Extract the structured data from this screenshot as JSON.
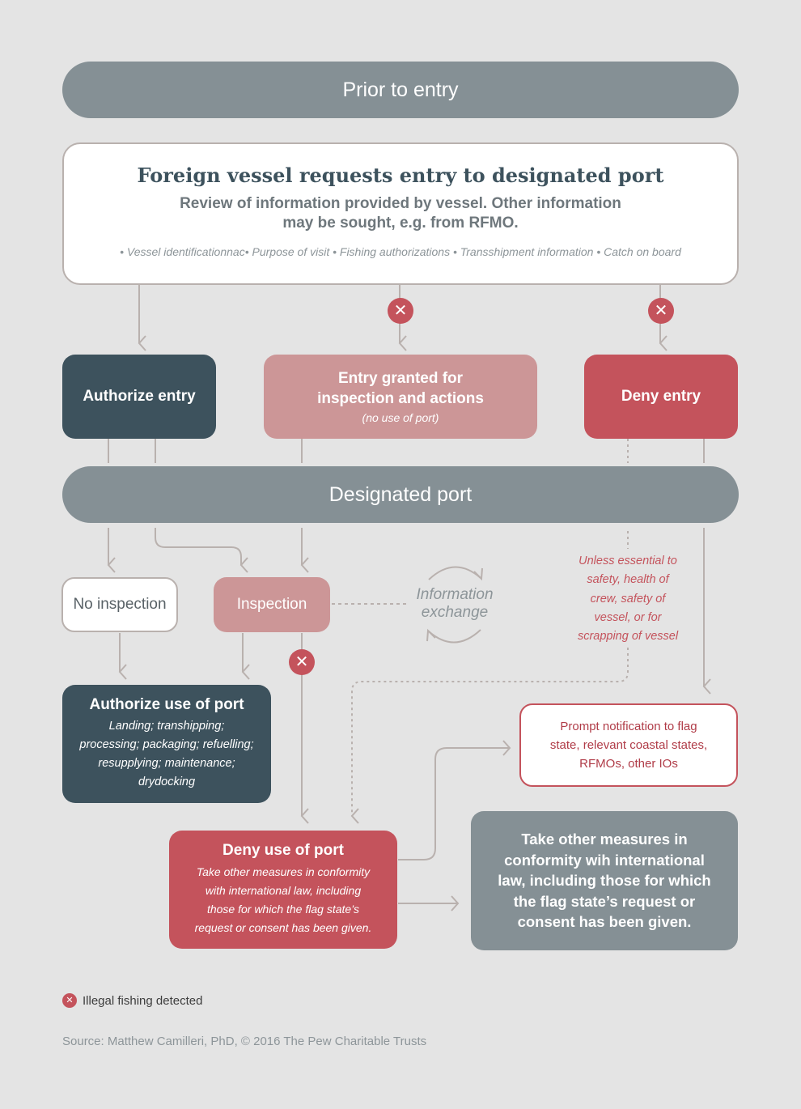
{
  "bands": {
    "prior": "Prior to entry",
    "designated": "Designated port"
  },
  "request": {
    "title": "Foreign vessel requests entry to designated port",
    "subtitle_line1": "Review of information provided by vessel. Other information",
    "subtitle_line2": "may be sought, e.g. from RFMO.",
    "items": "• Vessel identificationnac• Purpose of visit • Fishing authorizations • Transshipment information • Catch on board"
  },
  "entry_options": {
    "authorize": "Authorize entry",
    "granted_line1": "Entry granted for",
    "granted_line2": "inspection and actions",
    "granted_note": "(no use of port)",
    "deny": "Deny entry"
  },
  "port_options": {
    "no_inspection": "No inspection",
    "inspection": "Inspection",
    "info_line1": "Information",
    "info_line2": "exchange",
    "unless_lines": [
      "Unless essential to",
      "safety, health of",
      "crew, safety of",
      "vessel, or for",
      "scrapping of vessel"
    ]
  },
  "authorize_use": {
    "title": "Authorize use of port",
    "lines": [
      "Landing; transhipping;",
      "processing; packaging; refuelling;",
      "resupplying; maintenance;",
      "drydocking"
    ]
  },
  "notification": {
    "lines": [
      "Prompt notification to flag",
      "state, relevant coastal states,",
      "RFMOs, other IOs"
    ]
  },
  "deny_use": {
    "title": "Deny use of port",
    "lines": [
      "Take other measures in conformity",
      "with international law, including",
      "those for which the flag state’s",
      "request or consent has been given."
    ]
  },
  "other_measures": {
    "lines": [
      "Take other measures in",
      "conformity wih international",
      "law, including those for which",
      "the flag state’s request or",
      "consent has been given."
    ]
  },
  "legend": {
    "mark": "✕",
    "label": "Illegal fishing detected"
  },
  "source": "Source: Matthew Camilleri, PhD, © 2016 The Pew Charitable Trusts",
  "colors": {
    "dark": "#3d525d",
    "pink": "#cc9697",
    "red": "#c4535c",
    "grey": "#859095",
    "connector": "#b9b1ae"
  }
}
